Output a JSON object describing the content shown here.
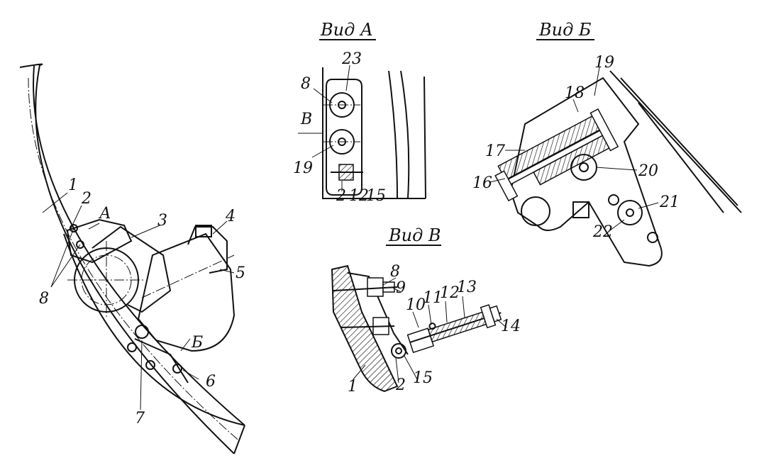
{
  "views": {
    "a": {
      "title": "Вид А"
    },
    "b": {
      "title": "Вид Б"
    },
    "v": {
      "title": "Вид В"
    }
  },
  "main_labels": {
    "n1": "1",
    "n2": "2",
    "n3": "3",
    "n4": "4",
    "n5": "5",
    "n6": "6",
    "n7": "7",
    "n8": "8",
    "arrow_a": "А",
    "arrow_b": "Б"
  },
  "view_a_labels": {
    "n8": "8",
    "n23": "23",
    "arrow_v": "В",
    "n19": "19",
    "n2": "2",
    "n12": "12",
    "n15": "15"
  },
  "view_b_labels": {
    "n19": "19",
    "n18": "18",
    "n17": "17",
    "n16": "16",
    "n20": "20",
    "n21": "21",
    "n22": "22"
  },
  "view_v_labels": {
    "n8": "8",
    "n9": "9",
    "n10": "10",
    "n11": "11",
    "n12": "12",
    "n13": "13",
    "n14": "14",
    "n1": "1",
    "n2": "2",
    "n15": "15"
  }
}
